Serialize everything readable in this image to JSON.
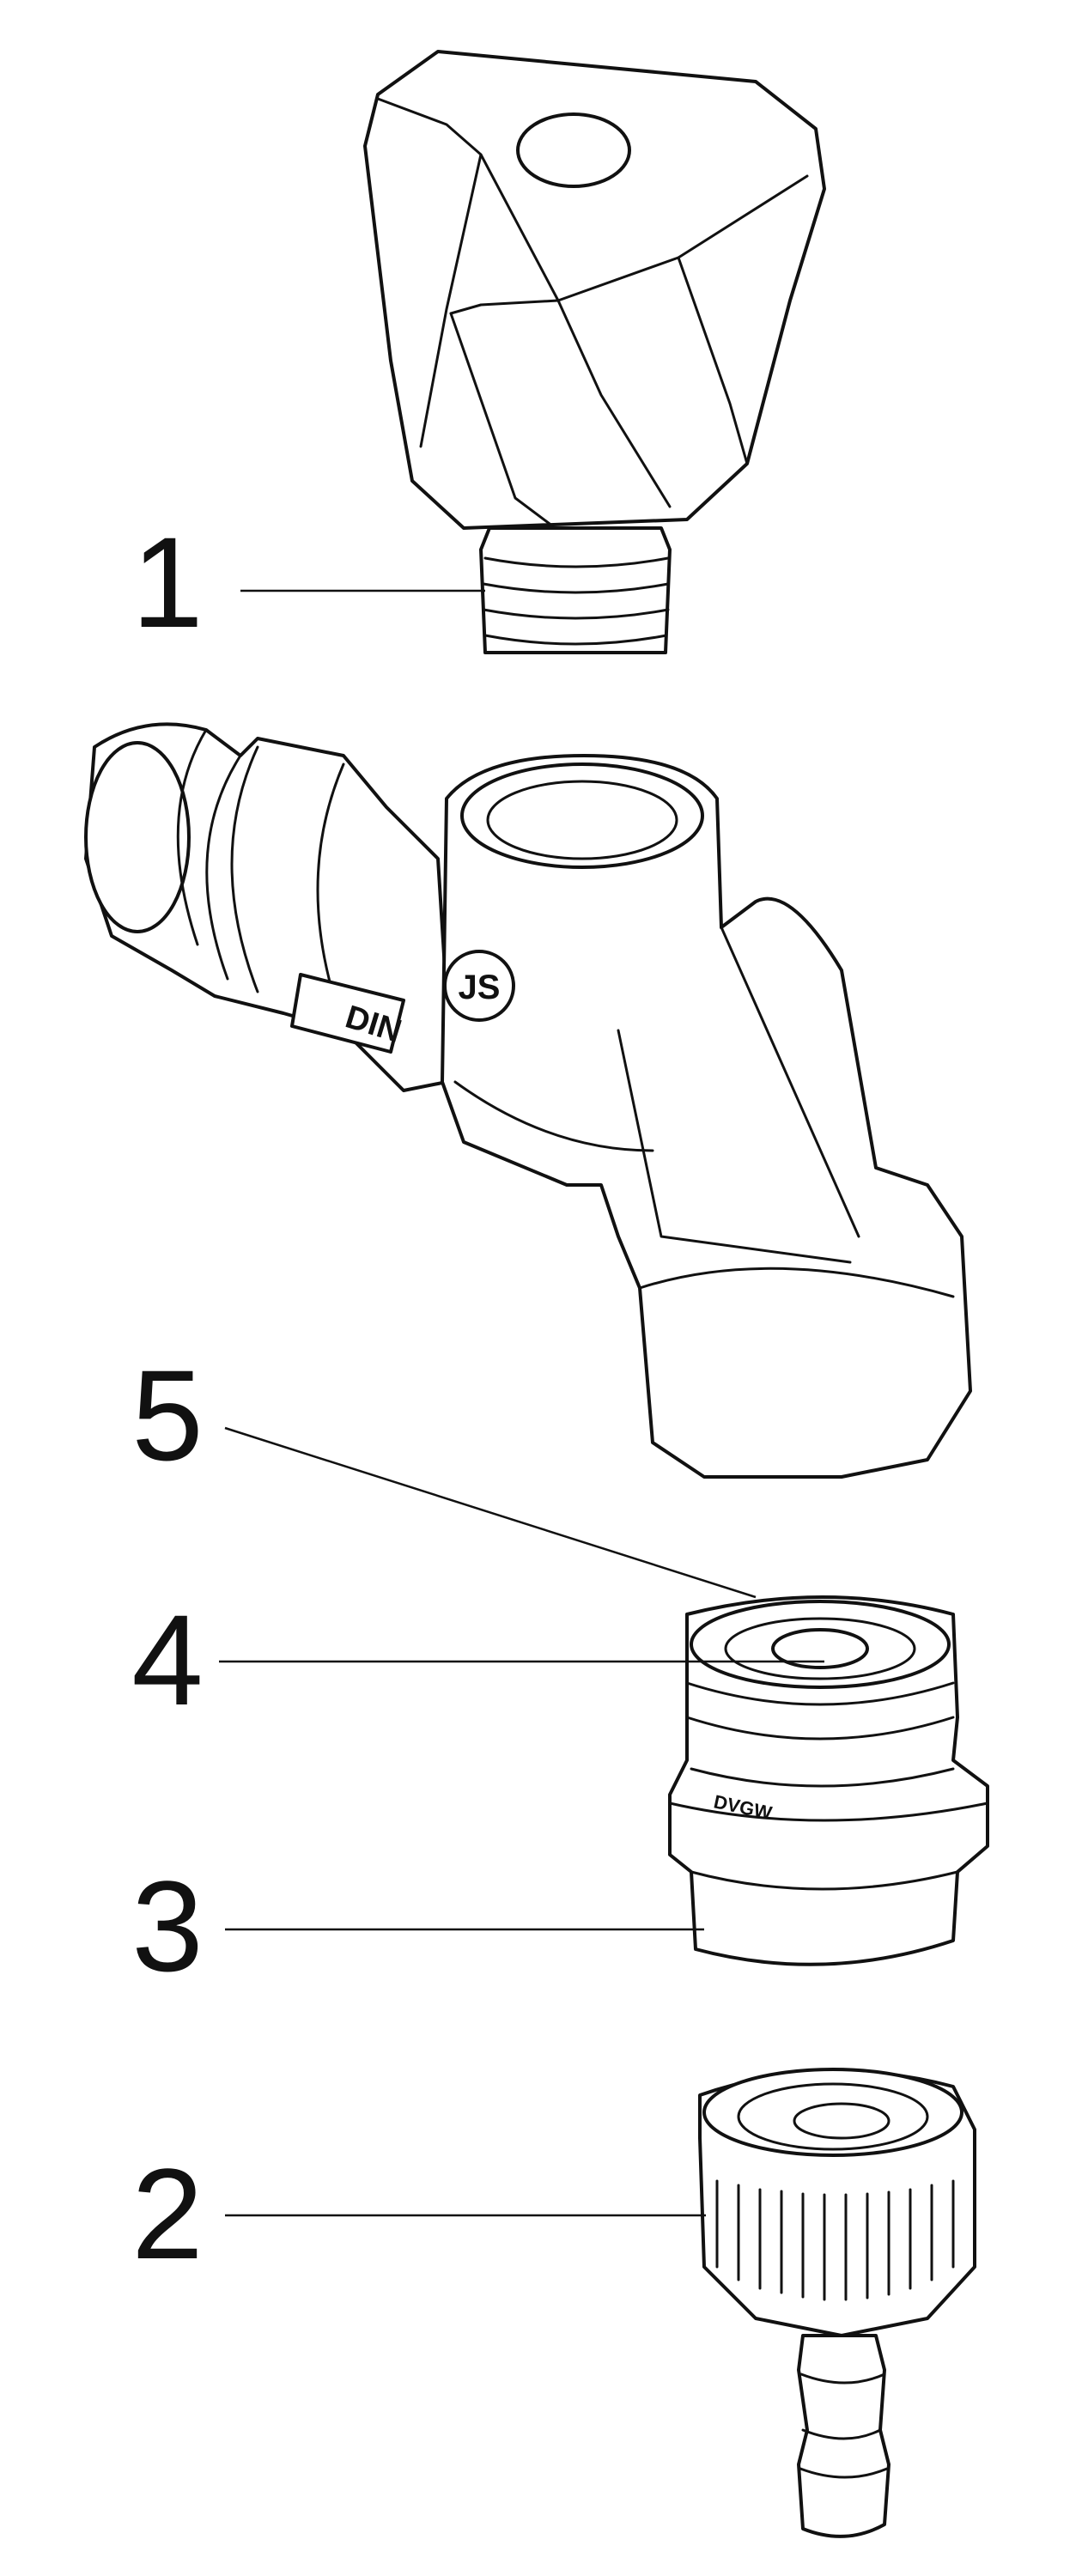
{
  "callouts": [
    {
      "id": "1"
    },
    {
      "id": "5"
    },
    {
      "id": "4"
    },
    {
      "id": "3"
    },
    {
      "id": "2"
    }
  ],
  "markings": {
    "body_stamp": "DIN",
    "logo": "JS",
    "cartridge_stamp": "DVGW"
  },
  "colors": {
    "line": "#111111",
    "fill": "#ffffff"
  }
}
